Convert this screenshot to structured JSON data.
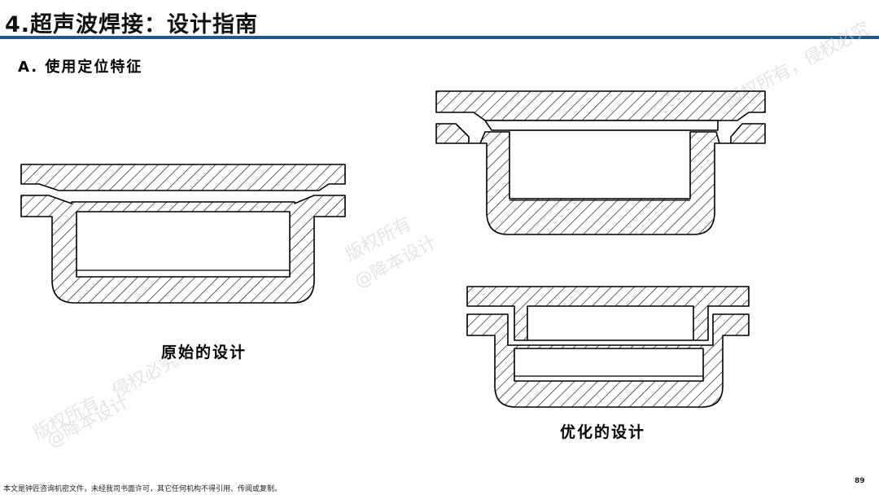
{
  "slide": {
    "title": "4.超声波焊接：设计指南",
    "section_heading": "A. 使用定位特征"
  },
  "captions": {
    "original": "原始的设计",
    "optimized": "优化的设计"
  },
  "footer": {
    "note": "本文是钟匠咨询机密文件，未经我司书面许可，其它任何机构不得引用、传阅或复制。",
    "page_number": "89"
  },
  "watermarks": [
    "版权所有，侵权必究",
    "@降本设计",
    "版权所有",
    "@降本设计",
    "版权所有，侵权必究"
  ],
  "colors": {
    "title_rule": "#1f5a8c",
    "line": "#000000",
    "hatch": "#000000"
  }
}
